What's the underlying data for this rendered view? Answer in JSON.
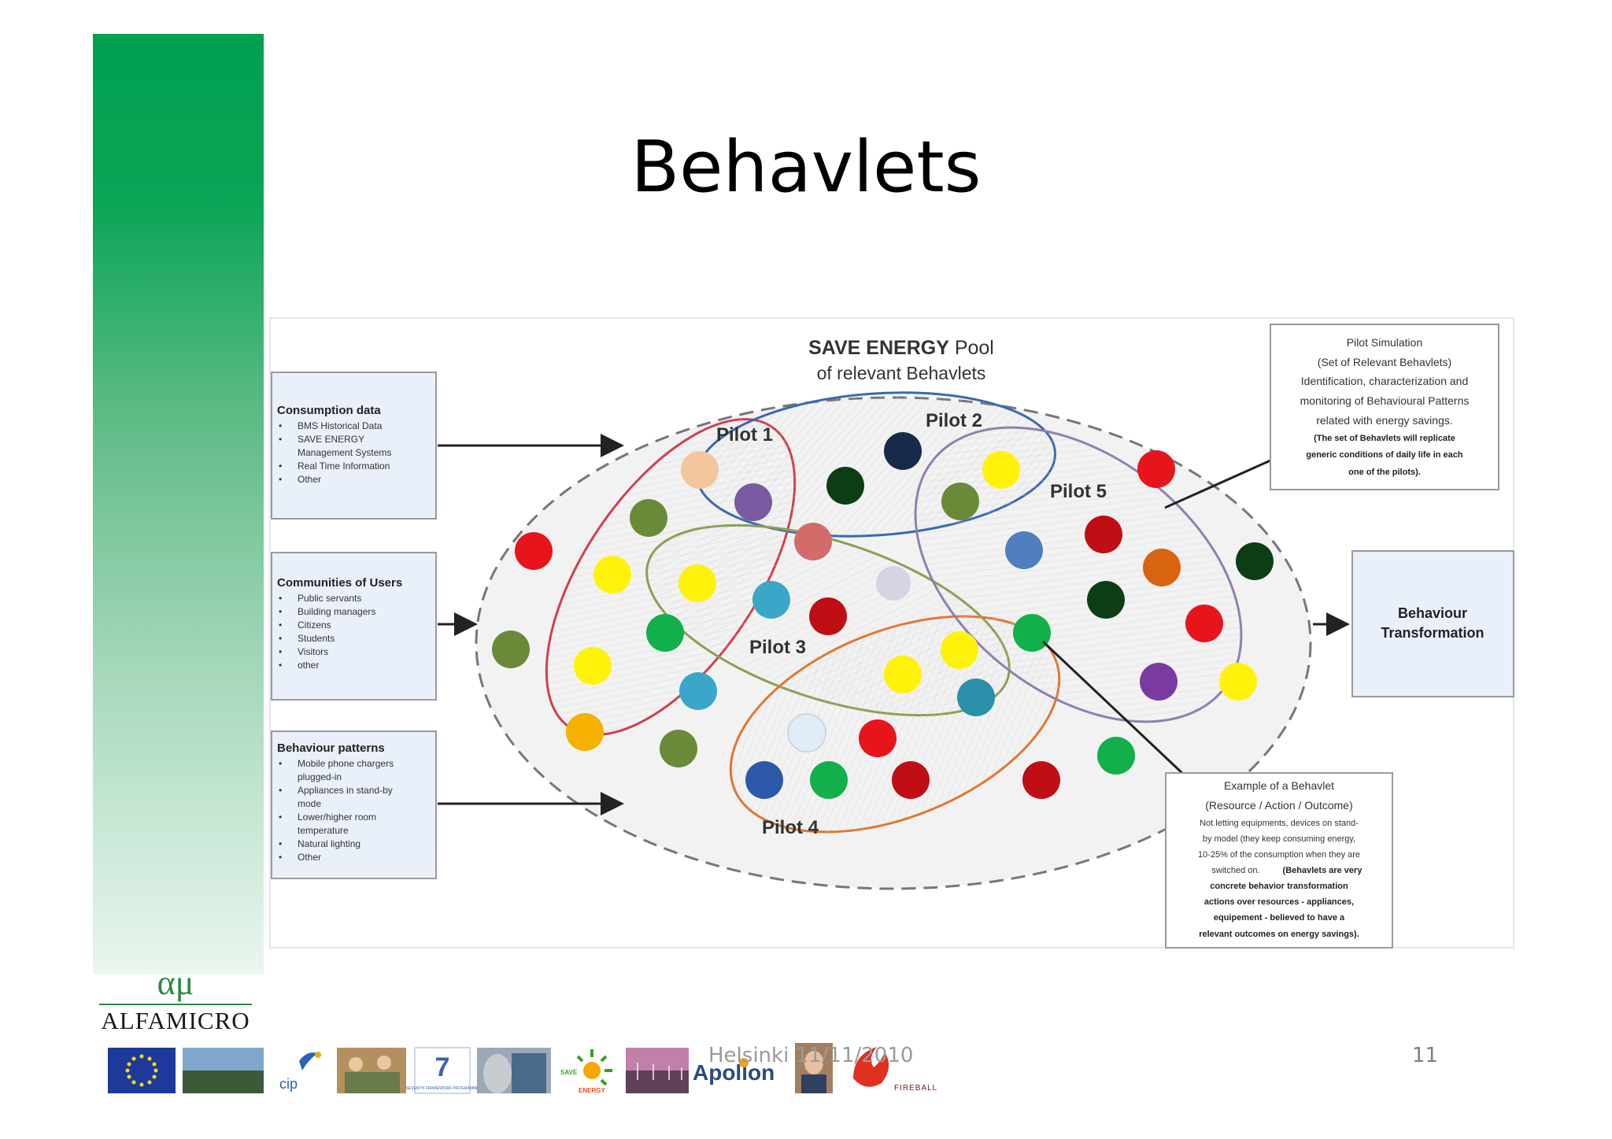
{
  "slide": {
    "title": "Behavlets",
    "footer_text": "Helsinki 11/11/2010",
    "page_number": "11",
    "logo_greek": "αμ",
    "logo_name": "ALFAMICRO"
  },
  "diagram": {
    "pool_title_bold": "SAVE ENERGY",
    "pool_title_rest": " Pool",
    "pool_subtitle": "of relevant Behavlets",
    "inputs": [
      {
        "title": "Consumption data",
        "items": [
          "BMS Historical Data",
          "SAVE ENERGY Management Systems",
          "Real Time Information",
          "Other"
        ]
      },
      {
        "title": "Communities of Users",
        "items": [
          "Public servants",
          "Building managers",
          "Citizens",
          "Students",
          "Visitors",
          "other"
        ]
      },
      {
        "title": "Behaviour patterns",
        "items": [
          "Mobile phone chargers plugged-in",
          "Appliances in stand-by mode",
          "Lower/higher room temperature",
          "Natural lighting",
          "Other"
        ]
      }
    ],
    "pilots": [
      "Pilot 1",
      "Pilot 2",
      "Pilot 3",
      "Pilot 4",
      "Pilot 5"
    ],
    "output_lines": [
      "Behaviour",
      "Transformation"
    ],
    "callout_top": {
      "lines": [
        "Pilot Simulation",
        "(Set of Relevant Behavlets)",
        "Identification, characterization and",
        "monitoring of Behavioural Patterns",
        "related with energy savings."
      ],
      "bold_lines": [
        "(The set of Behavlets will replicate",
        "generic conditions of daily life in each",
        "one of the pilots)."
      ]
    },
    "callout_bottom": {
      "lines": [
        "Example of a Behavlet",
        "(Resource / Action / Outcome)",
        "Not letting equipments, devices on stand-",
        "by model (they keep consuming energy,",
        "10-25% of the consumption when they are",
        "switched on."
      ],
      "bold_lines": [
        "(Behavlets are very",
        "concrete behavior transformation",
        "actions over resources - appliances,",
        "equipement - believed to have a",
        "relevant outcomes on energy savings)."
      ]
    },
    "dot_colors": {
      "red": "#e8141c",
      "darkred": "#bf0f14",
      "yellow": "#fff20a",
      "green": "#11b04a",
      "olive": "#6a8a3a",
      "darkgreen": "#0d3d15",
      "navy": "#172a4a",
      "blue": "#2d5aa8",
      "steel": "#4f7fbf",
      "cyan": "#3ba7c8",
      "teal": "#2a8fa8",
      "purple": "#7a3ba0",
      "lavender": "#7a5aa0",
      "peach": "#f5c59e",
      "orange": "#f5b000",
      "darkorange": "#d86410",
      "salmon": "#d36b6b",
      "lightgray": "#d7d3e3",
      "paleblue": "#e2ecf7"
    },
    "pilot_colors": {
      "pilot1": "#d04050",
      "pilot2": "#3a6ab0",
      "pilot3": "#8aa050",
      "pilot4": "#e07830",
      "pilot5": "#9080b0"
    }
  },
  "footer_logos": [
    "eu-flag-logo",
    "solar-panels-photo",
    "cip-logo",
    "people-photo",
    "seventh-framework-programme-logo",
    "building-photo",
    "save-energy-logo",
    "wind-turbines-photo",
    "apollon-logo",
    "person-photo",
    "fireball-logo"
  ],
  "footer_logo_text": {
    "cip": "cip",
    "fp7": "SEVENTH FRAMEWORK PROGRAMME",
    "save_top": "SAVE",
    "save_bottom": "ENERGY",
    "apollon": "Apollon",
    "fireball": "FIREBALL"
  }
}
